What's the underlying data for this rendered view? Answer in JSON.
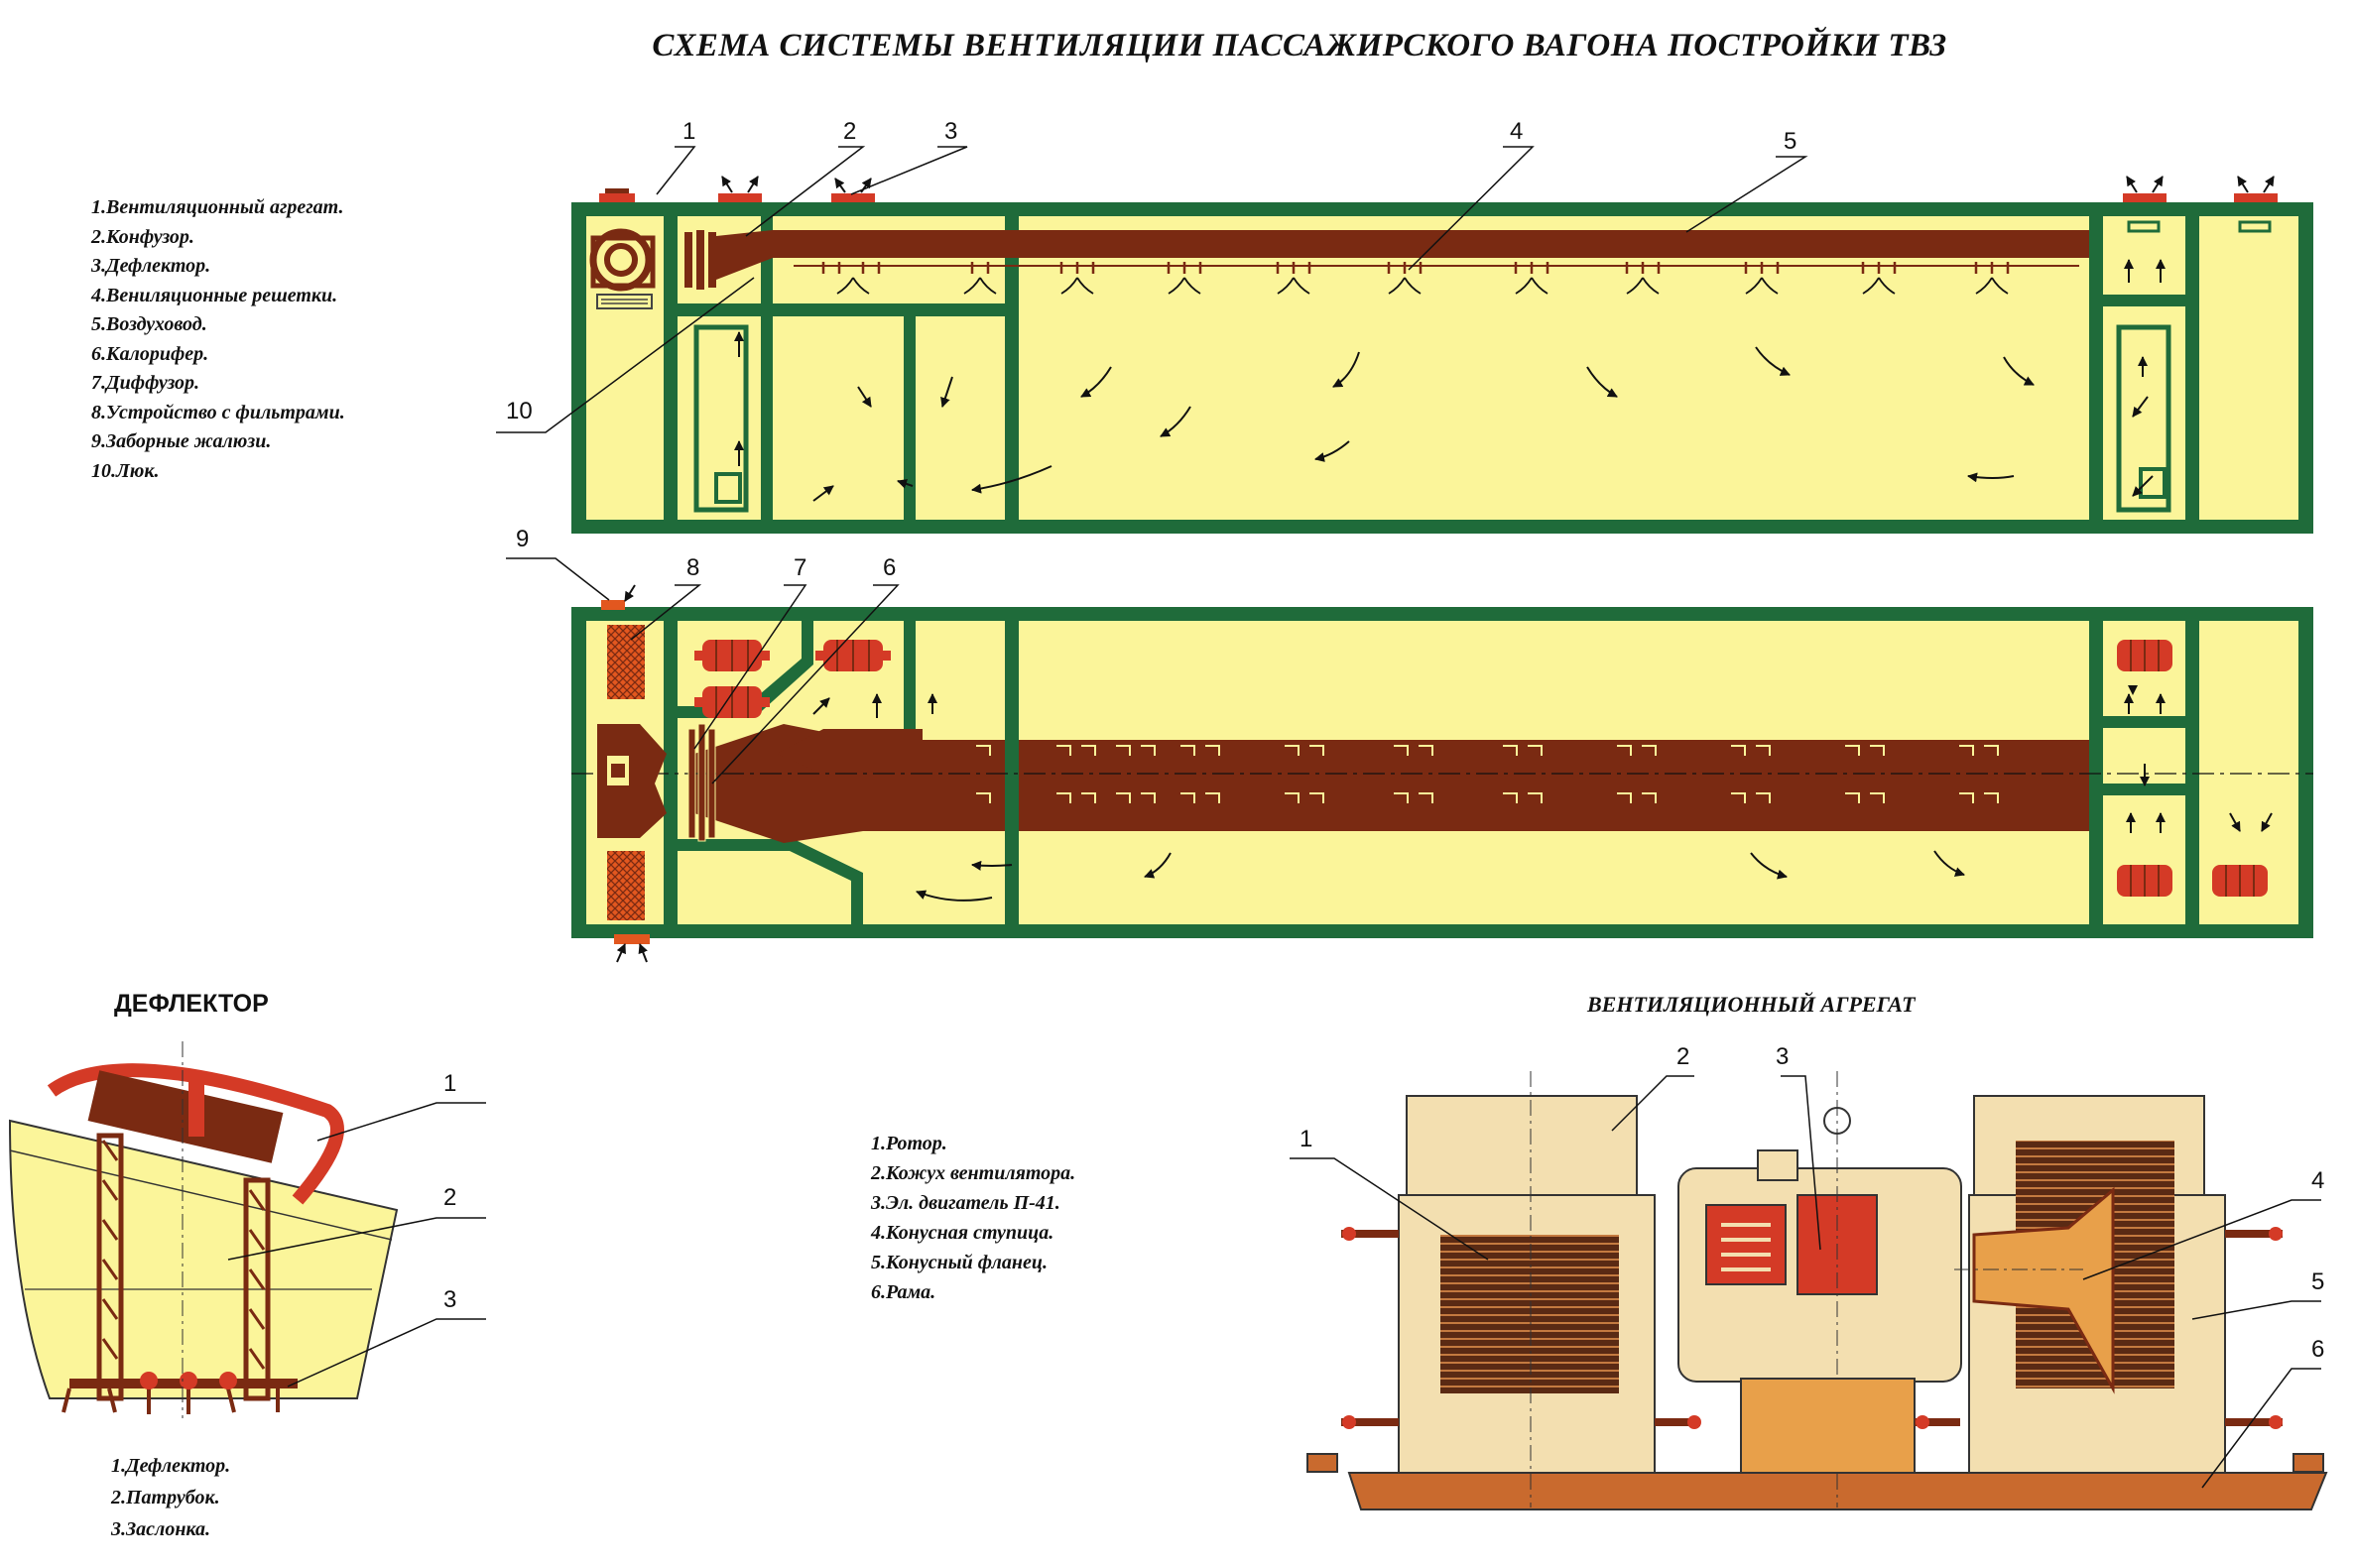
{
  "title": "СХЕМА СИСТЕМЫ ВЕНТИЛЯЦИИ ПАССАЖИРСКОГО ВАГОНА ПОСТРОЙКИ ТВЗ",
  "system_legend": [
    "1.Вентиляционный агрегат.",
    "2.Конфузор.",
    "3.Дефлектор.",
    "4.Вениляционные решетки.",
    "5.Воздуховод.",
    "6.Калорифер.",
    "7.Диффузор.",
    "8.Устройство с фильтрами.",
    "9.Заборные жалюзи.",
    "10.Люк."
  ],
  "deflector": {
    "heading": "ДЕФЛЕКТОР",
    "legend": [
      "1.Дефлектор.",
      "2.Патрубок.",
      "3.Заслонка."
    ]
  },
  "unit": {
    "heading": "ВЕНТИЛЯЦИОННЫЙ АГРЕГАТ",
    "legend": [
      "1.Ротор.",
      "2.Кожух вентилятора.",
      "3.Эл. двигатель П-41.",
      "4.Конусная ступица.",
      "5.Конусный фланец.",
      "6.Рама."
    ]
  },
  "callouts": {
    "top": [
      "1",
      "2",
      "3",
      "4",
      "5",
      "10"
    ],
    "bottom": [
      "9",
      "8",
      "7",
      "6"
    ],
    "deflector": [
      "1",
      "2",
      "3"
    ],
    "unit": [
      "1",
      "2",
      "3",
      "4",
      "5",
      "6"
    ]
  },
  "colors": {
    "wall": "#1f6b3a",
    "fill": "#fbf59a",
    "duct": "#7a2a12",
    "heater": "#d43a26",
    "filter": "#e2571f",
    "unit_body": "#f3dfb0",
    "frame": "#e8a04a"
  }
}
